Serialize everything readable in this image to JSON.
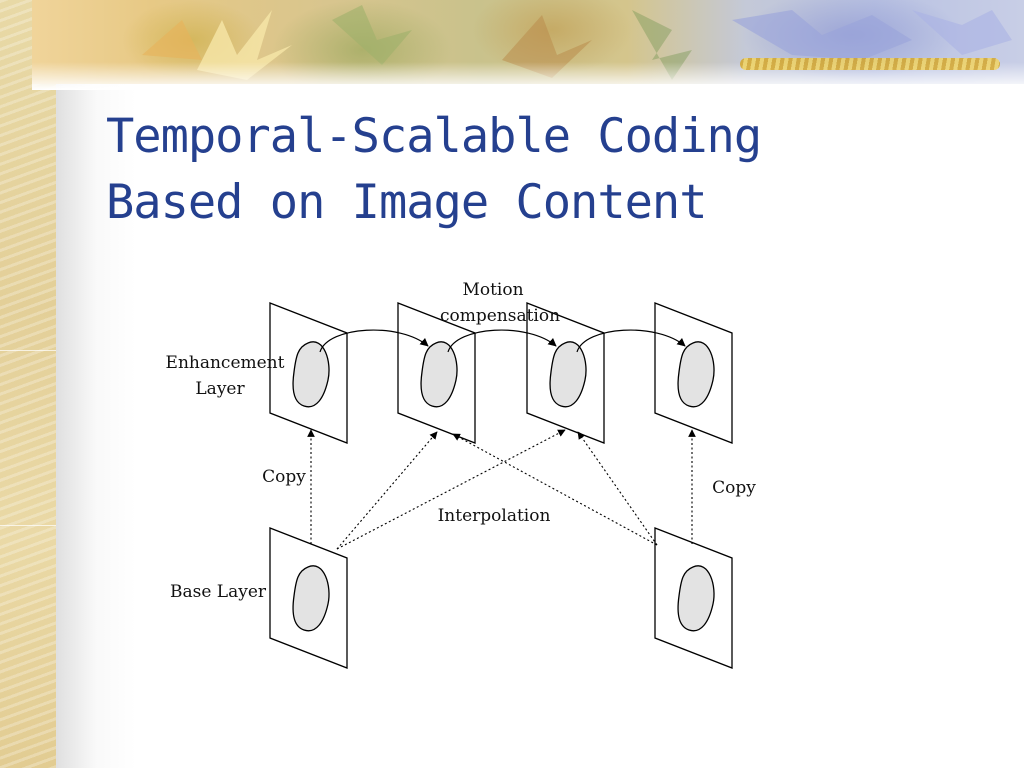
{
  "slide": {
    "title_line1": "Temporal-Scalable Coding",
    "title_line2": "Based on Image Content",
    "title_color": "#25408f"
  },
  "diagram": {
    "labels": {
      "motion_line1": "Motion",
      "motion_line2": "compensation",
      "enhancement_line1": "Enhancement",
      "enhancement_line2": "Layer",
      "base_layer": "Base Layer",
      "copy_left": "Copy",
      "copy_right": "Copy",
      "interpolation": "Interpolation"
    },
    "blob_fill": "#e3e3e3"
  }
}
